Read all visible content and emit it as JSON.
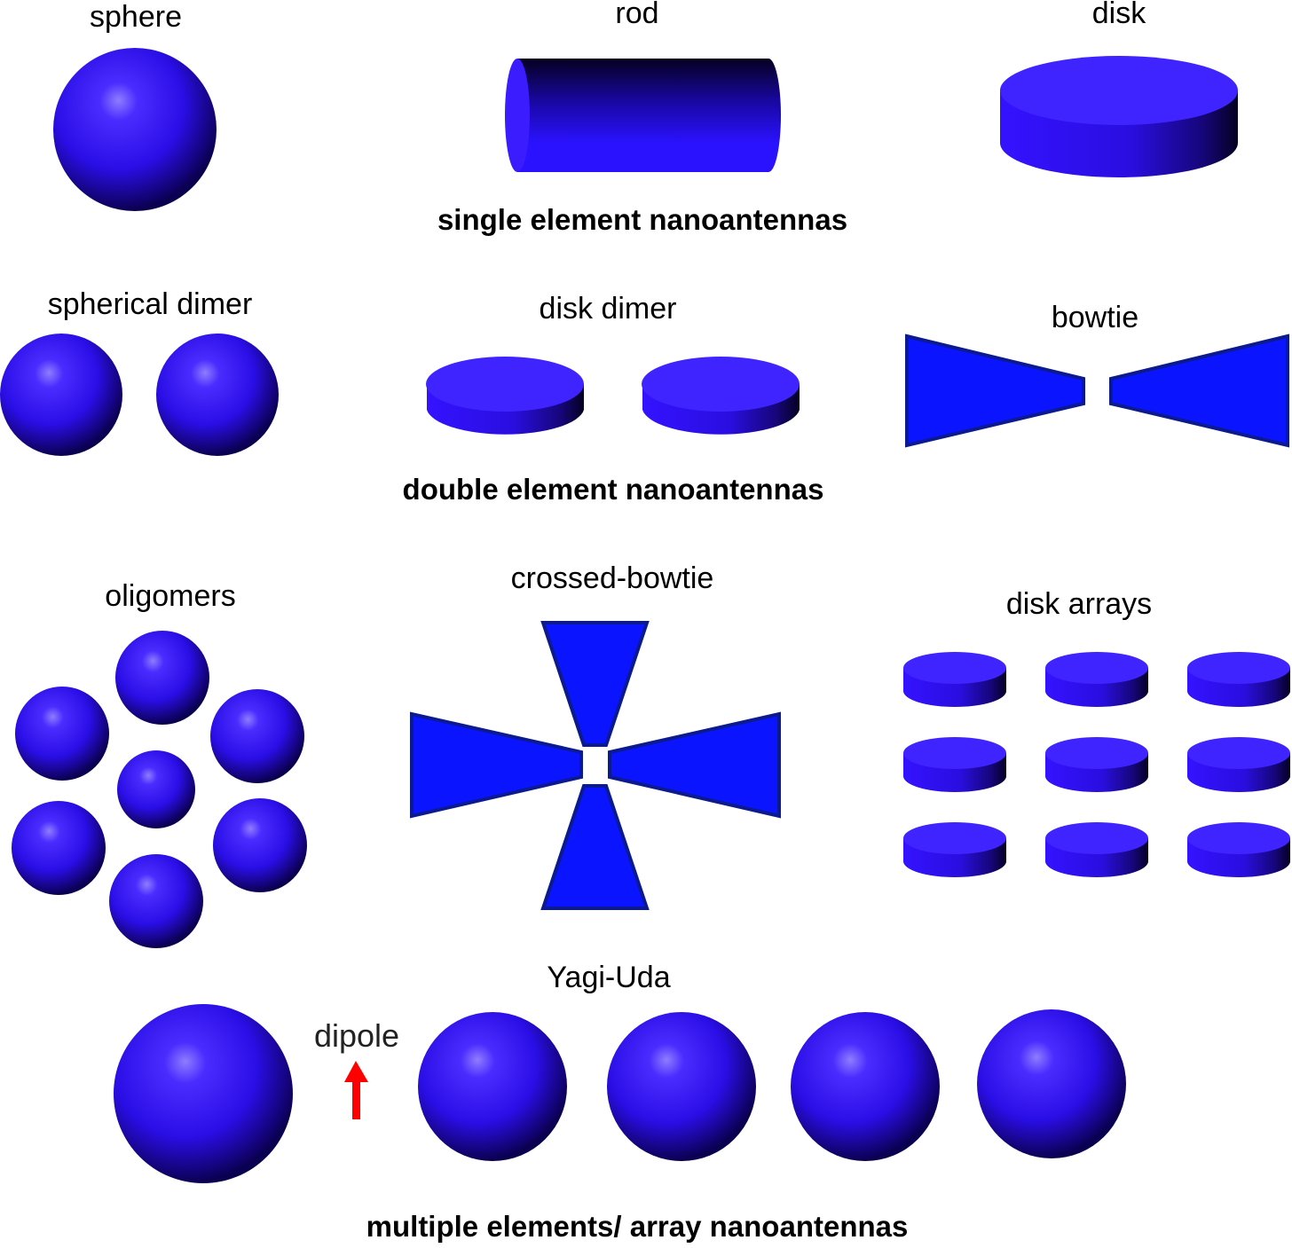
{
  "labels": {
    "sphere": "sphere",
    "rod": "rod",
    "disk": "disk",
    "spherical_dimer": "spherical dimer",
    "disk_dimer": "disk dimer",
    "bowtie": "bowtie",
    "oligomers": "oligomers",
    "crossed_bowtie": "crossed-bowtie",
    "disk_arrays": "disk arrays",
    "yagi_uda": "Yagi-Uda",
    "dipole": "dipole"
  },
  "headings": {
    "single": "single element nanoantennas",
    "double": "double element nanoantennas",
    "multiple": "multiple elements/ array nanoantennas"
  },
  "colors": {
    "primary_blue": "#2a12ff",
    "dark_blue": "#0a0060",
    "bowtie_fill": "#0a14ff",
    "bowtie_edge": "#0c1a90",
    "dipole_arrow": "#ff0000"
  }
}
